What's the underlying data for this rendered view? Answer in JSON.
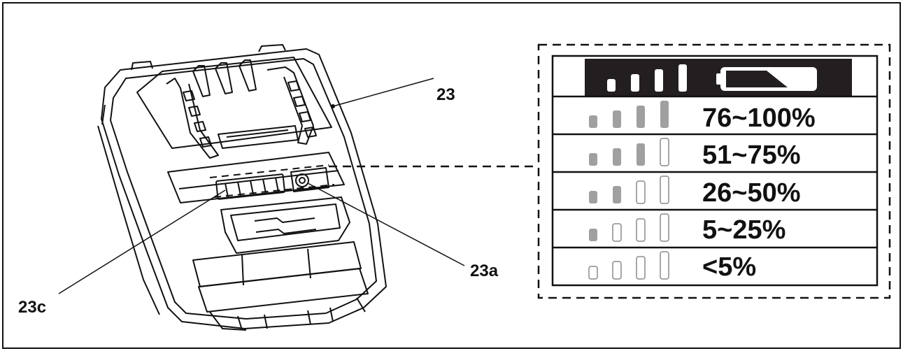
{
  "callouts": {
    "pack": "23",
    "button": "23a",
    "indicator": "23c"
  },
  "legend": {
    "levels": [
      {
        "range": "76~100%",
        "lit_bars": 4
      },
      {
        "range": "51~75%",
        "lit_bars": 3
      },
      {
        "range": "26~50%",
        "lit_bars": 2
      },
      {
        "range": "5~25%",
        "lit_bars": 1
      },
      {
        "range": "<5%",
        "lit_bars": 0
      }
    ],
    "colors": {
      "header_bg": "#231f20",
      "bar_lit": "#a0a0a0",
      "bar_outline": "#8a8a8a",
      "line": "#111111"
    },
    "icons": [
      "battery-gauge-icon"
    ]
  }
}
